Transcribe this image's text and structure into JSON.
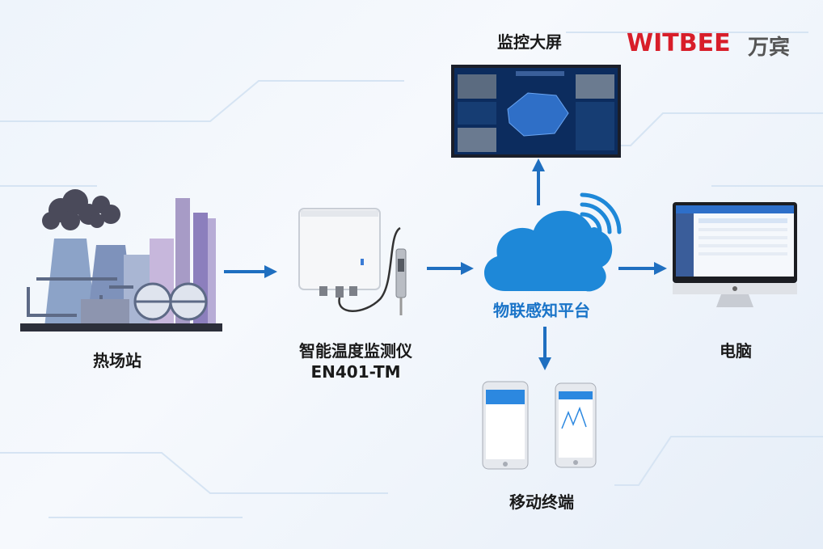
{
  "brand": {
    "name_en": "WITBEE",
    "name_cn": "万宾"
  },
  "nodes": {
    "heat_station": "热场站",
    "device_name": "智能温度监测仪",
    "device_model": "EN401-TM",
    "platform": "物联感知平台",
    "big_screen": "监控大屏",
    "computer": "电脑",
    "mobile": "移动终端"
  },
  "colors": {
    "brand_red": "#d81e2a",
    "platform_blue": "#1a74c8",
    "arrow_blue": "#1f6fc0"
  }
}
